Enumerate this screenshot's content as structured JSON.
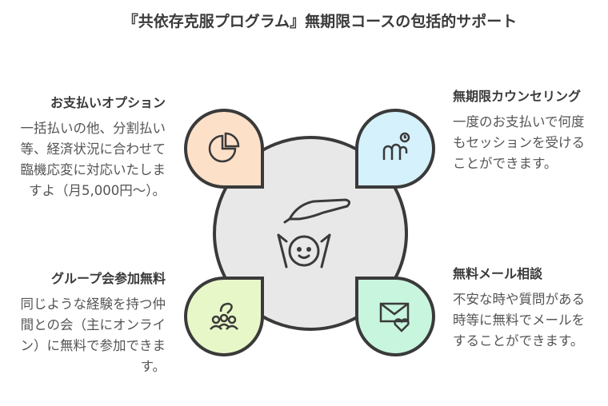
{
  "title": "『共依存克服プログラム』無期限コースの包括的サポート",
  "items": [
    {
      "title": "お支払いオプション",
      "text": "一括払いの他、分割払い等、経済状況に合わせて臨機応変に対応いたしますよ（月5,000円〜）。",
      "icon": "pie-chart-icon",
      "color": "#fde0c8"
    },
    {
      "title": "無期限カウンセリング",
      "text": "一度のお支払いで何度もセッションを受けることができます。",
      "icon": "people-clock-icon",
      "color": "#d5f1fb"
    },
    {
      "title": "グループ会参加無料",
      "text": "同じような経験を持つ仲間との会（主にオンライン）に無料で参加できます。",
      "icon": "group-icon",
      "color": "#e8f7c8"
    },
    {
      "title": "無料メール相談",
      "text": "不安な時や質問がある時等に無料でメールをすることができます。",
      "icon": "mail-heart-icon",
      "color": "#c8f5de"
    }
  ],
  "center_icon": "caring-hand-child-icon"
}
